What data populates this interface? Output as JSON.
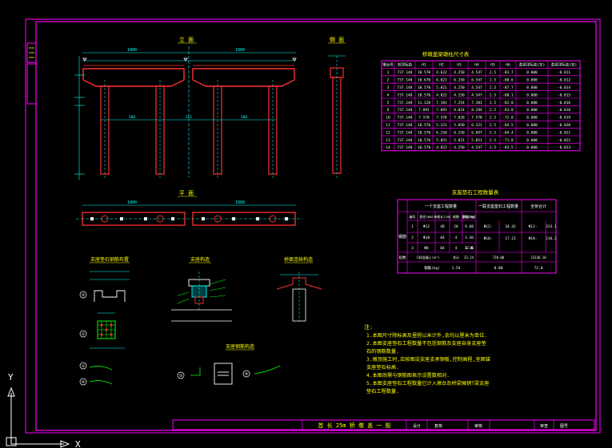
{
  "colors": {
    "background": "#000000",
    "frame": "#ff00ff",
    "structure": "#ff3030",
    "dimension": "#00ffff",
    "centerline": "#00ffff",
    "title": "#ffff00",
    "note": "#ffff00",
    "leader": "#00ff00",
    "white": "#ffffff"
  },
  "side_tab": {
    "box1": "",
    "box2": ""
  },
  "views": {
    "elevation": "立 面",
    "side": "侧 面",
    "plan": "平 面",
    "stiffener_layout": "支座垫石钢筋布置",
    "bearing_detail": "支座构造",
    "joint_detail": "桥面连续构造",
    "anchor_detail": "支座钢筋构造"
  },
  "table1": {
    "title": "桥墩盖梁墩柱尺寸表",
    "headers": [
      "墩台号",
      "桩顶标高",
      "H1",
      "H2",
      "H3",
      "H4",
      "H5",
      "H6",
      "盖梁顶标高(左)",
      "盖梁顶标高(右)"
    ],
    "rows": [
      [
        "1",
        "737.148",
        "10.570",
        "4.622",
        "4.250",
        "4.547",
        "2.5",
        "-83.7",
        "0.000",
        "-0.011"
      ],
      [
        "2",
        "737.148",
        "10.670",
        "6.023",
        "6.250",
        "6.547",
        "2.5",
        "-88.6",
        "0.000",
        "-0.012"
      ],
      [
        "3",
        "737.148",
        "10.570",
        "5.821",
        "4.250",
        "4.547",
        "2.5",
        "-87.7",
        "0.000",
        "-0.014"
      ],
      [
        "4",
        "737.148",
        "10.570",
        "4.822",
        "4.250",
        "4.547",
        "2.5",
        "-88.1",
        "0.000",
        "-0.015"
      ],
      [
        "5",
        "737.148",
        "11.120",
        "7.101",
        "7.254",
        "7.301",
        "2.5",
        "-82.0",
        "0.000",
        "-0.016"
      ],
      [
        "6",
        "737.148",
        "7.891",
        "7.891",
        "8.024",
        "8.294",
        "2.5",
        "-83.0",
        "0.000",
        "-0.018"
      ],
      [
        "10",
        "737.148",
        "7.578",
        "7.578",
        "7.828",
        "7.578",
        "2.5",
        "-72.8",
        "0.000",
        "-0.019"
      ],
      [
        "11",
        "737.148",
        "10.570",
        "5.221",
        "5.850",
        "6.221",
        "2.5",
        "-84.5",
        "0.000",
        "-0.020"
      ],
      [
        "12",
        "737.148",
        "10.570",
        "6.250",
        "6.250",
        "6.847",
        "2.5",
        "-84.4",
        "0.000",
        "-0.021"
      ],
      [
        "13",
        "737.148",
        "10.570",
        "5.051",
        "5.821",
        "5.051",
        "2.5",
        "-71.8",
        "0.000",
        "-0.022"
      ],
      [
        "14",
        "737.148",
        "10.570",
        "4.822",
        "4.250",
        "4.547",
        "2.5",
        "-83.5",
        "0.000",
        "-0.023"
      ]
    ]
  },
  "table2": {
    "title": "支座垫石工程数量表",
    "col1": "一个支座工程数量",
    "col2": "一联支座垫石工程数量",
    "col3": "全桥合计",
    "sub": [
      "编号",
      "直径(mm)",
      "单根长(cm)",
      "根数",
      "共长(m)",
      "重量(kg)"
    ],
    "side_label": "钢筋",
    "rows": [
      [
        "1",
        "Φ12",
        "48",
        "20",
        "9.60",
        "8.5"
      ],
      [
        "2",
        "Φ10",
        "84",
        "4",
        "3.36",
        "2.1"
      ],
      [
        "3",
        "Φ8",
        "84",
        "4",
        "3.36",
        "1.3"
      ]
    ],
    "merged_weight": "12.0",
    "totals_a": [
      "Φ12:",
      "34.42"
    ],
    "totals_b": [
      "Φ10:",
      "17.21"
    ],
    "totals_c": [
      "Φ12:",
      "233.1"
    ],
    "totals_d": [
      "Φ10:",
      "136.2"
    ],
    "concrete_label": "砼数",
    "concrete_vals": [
      "C40混凝土(m³)",
      "合计",
      "33.24",
      "720.00",
      "23336.10"
    ],
    "last_label": "钢筋(kg)",
    "last_vals": [
      "1.54",
      "8.00",
      "72.0"
    ]
  },
  "notes": {
    "title": "注:",
    "lines": [
      "1.本图尺寸除标高及里程以米计外,余均以厘米为单位.",
      "2.本图支座垫石工程数量不包括钢筋及支座自身支座垫",
      "  石的钢筋数量.",
      "3.墩顶施工时,应按图设支座支承钢板,控制高程,坚固锚",
      "  支座垫石标高.",
      "4.本图尚需与钢筋图表示设置数相对.",
      "5.本图支座垫石工程数量已计入墩台及桥梁摊销T梁支座",
      "  垫石工程数量."
    ]
  },
  "title_block": {
    "name": "首 长 25m 桥 墩 盖 一 般",
    "items": [
      "设计",
      "复核",
      "审核",
      "审查",
      "图号"
    ]
  },
  "dims": {
    "top_left": "1000",
    "top_right": "1000",
    "span_left": "500",
    "span_mid": "500",
    "mid": "2x1",
    "plan_left": "1000",
    "plan_right": "1000"
  },
  "labels": {
    "circle1": "①",
    "circle2": "②",
    "circle3": "③",
    "circle4": "④",
    "axis_y": "Y",
    "axis_x": "X"
  }
}
